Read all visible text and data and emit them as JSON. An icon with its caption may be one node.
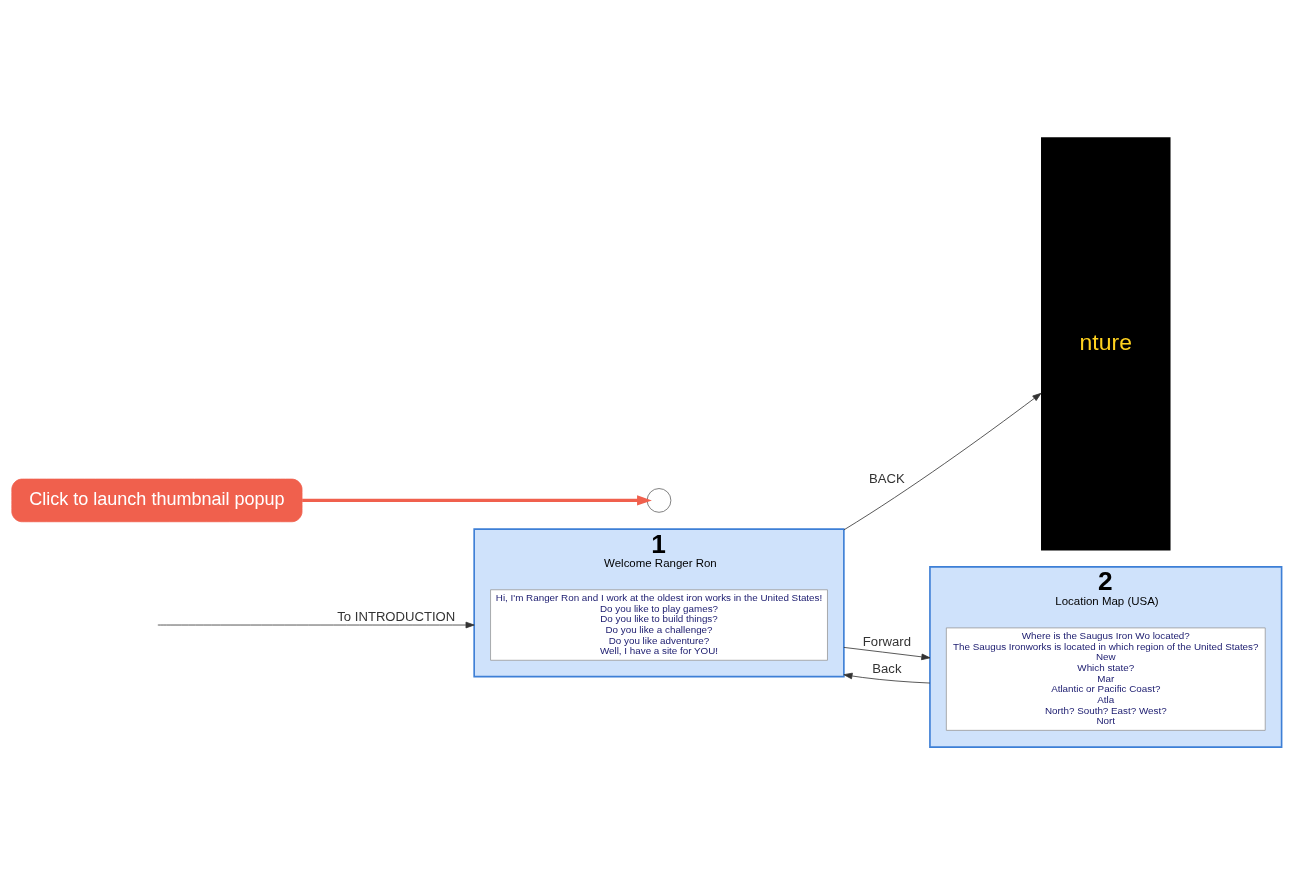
{
  "diagram": {
    "nodes": [
      {
        "text": [
          "nture"
        ]
      },
      {
        "text": [
          "1",
          "Welcome Ranger Ron"
        ]
      },
      {
        "text": [
          "Hi, I'm Ranger Ron and I work at the oldest iron works in the United States!",
          "Do you like to play games?",
          "Do you like to build things?",
          "Do you like a challenge?",
          "Do you like adventure?",
          "Well, I have a site for YOU!"
        ],
        "in": 1
      },
      {
        "text": [
          "2",
          "Location Map (USA)"
        ]
      },
      {
        "text": [
          "Where is the Saugus Iron Wo located?",
          "The Saugus Ironworks is located in which region of the United States?",
          "New",
          "Which state?",
          "Mar",
          "Atlantic or Pacific Coast?",
          "Atla",
          "North? South? East? West?",
          "Nort"
        ],
        "in": 3
      },
      {
        "text": [
          "Click to launch thumbnail popup"
        ]
      },
      {
        "text": [],
        "shape": "circle"
      }
    ],
    "edges": [
      {
        "from": 1,
        "to": 0,
        "arrow": "to",
        "label": "BACK"
      },
      {
        "from": 1,
        "to": 3,
        "arrow": "to",
        "label": "Forward"
      },
      {
        "from": 3,
        "to": 1,
        "arrow": "to",
        "label": "Back"
      },
      {
        "from": null,
        "to": 1,
        "arrow": "to",
        "label": "To INTRODUCTION"
      },
      {
        "from": 5,
        "to": 6,
        "arrow": "to",
        "style": "thick",
        "color": "#f0604d"
      }
    ]
  }
}
